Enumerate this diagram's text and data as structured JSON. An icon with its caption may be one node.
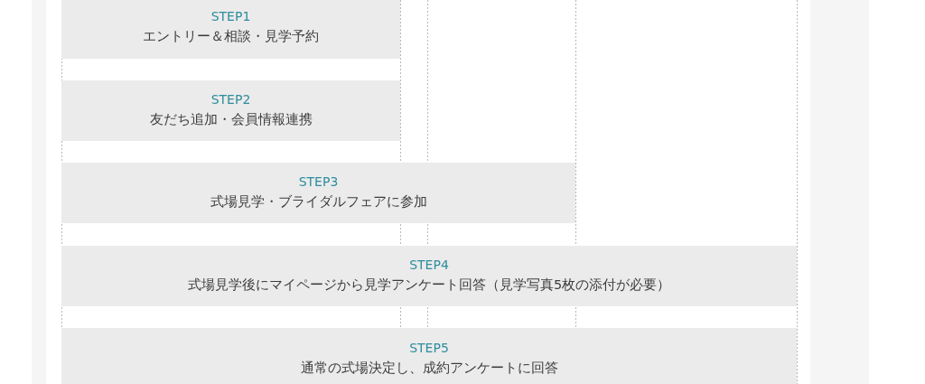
{
  "diagram": {
    "nodes": [
      {
        "text": [
          "STEP1",
          "エントリー＆相談・見学予約"
        ]
      },
      {
        "text": [
          "STEP2",
          "友だち追加・会員情報連携"
        ]
      },
      {
        "text": [
          "STEP3",
          "式場見学・ブライダルフェアに参加"
        ]
      },
      {
        "text": [
          "STEP4",
          "式場見学後にマイページから見学アンケート回答（見学写真5枚の添付が必要）"
        ]
      },
      {
        "text": [
          "STEP5",
          "通常の式場決定し、成約アンケートに回答"
        ]
      }
    ]
  }
}
